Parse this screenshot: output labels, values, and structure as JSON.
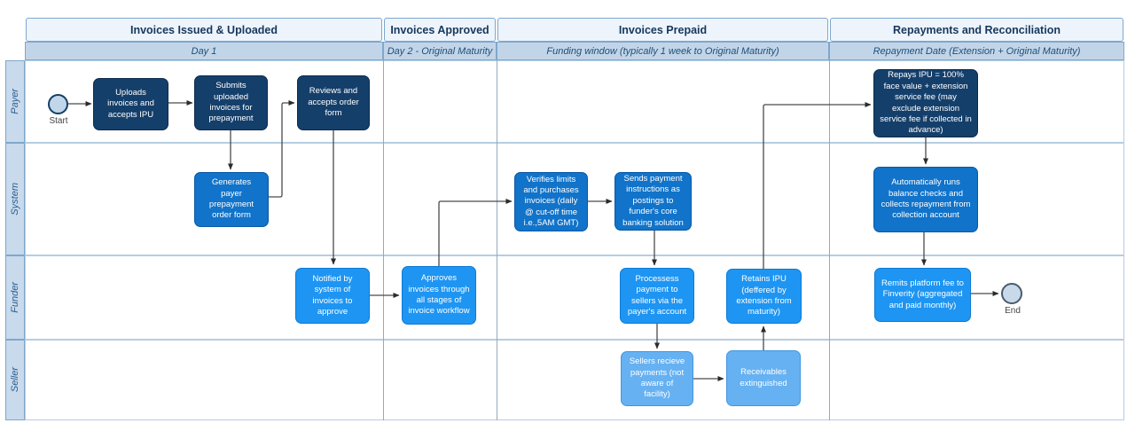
{
  "header": {
    "columns": [
      {
        "title": "Invoices Issued & Uploaded",
        "subtitle": "Day 1"
      },
      {
        "title": "Invoices Approved",
        "subtitle": "Day 2 - Original Maturity"
      },
      {
        "title": "Invoices Prepaid",
        "subtitle": "Funding window (typically 1 week to Original Maturity)"
      },
      {
        "title": "Repayments and Reconciliation",
        "subtitle": "Repayment Date (Extension + Original Maturity)"
      }
    ]
  },
  "lanes": [
    {
      "label": "Payer"
    },
    {
      "label": "System"
    },
    {
      "label": "Funder"
    },
    {
      "label": "Seller"
    }
  ],
  "events": {
    "start": "Start",
    "end": "End"
  },
  "nodes": [
    {
      "lane": "Payer",
      "label": "Uploads invoices and accepts IPU"
    },
    {
      "lane": "Payer",
      "label": "Submits uploaded invoices for prepayment"
    },
    {
      "lane": "Payer",
      "label": "Reviews and accepts order form"
    },
    {
      "lane": "Payer",
      "label": "Repays IPU = 100% face value + extension service fee (may exclude extension service fee if collected in advance)"
    },
    {
      "lane": "System",
      "label": "Generates payer prepayment order form"
    },
    {
      "lane": "System",
      "label": "Verifies limits and purchases invoices (daily @ cut-off time i.e.,5AM GMT)"
    },
    {
      "lane": "System",
      "label": "Sends payment instructions as postings to funder's core banking solution"
    },
    {
      "lane": "System",
      "label": "Automatically runs balance checks and collects repayment from collection account"
    },
    {
      "lane": "Funder",
      "label": "Notified by system of invoices to approve"
    },
    {
      "lane": "Funder",
      "label": "Approves invoices through all stages of invoice workflow"
    },
    {
      "lane": "Funder",
      "label": "Processess payment to sellers via the payer's account"
    },
    {
      "lane": "Funder",
      "label": "Retains IPU (deffered by extension from maturity)"
    },
    {
      "lane": "Funder",
      "label": "Remits platform fee to Finverity (aggregated and paid monthly)"
    },
    {
      "lane": "Seller",
      "label": "Sellers recieve payments (not aware of facility)"
    },
    {
      "lane": "Seller",
      "label": "Receivables extinguished"
    }
  ],
  "colors": {
    "payer_node": "#153f6b",
    "system_node": "#1173c9",
    "funder_node": "#1e95f2",
    "seller_node": "#66b1f2",
    "node_text": "#ffffff",
    "header_fill": "#edf4fb",
    "subheader_fill": "#c2d5e8",
    "lane_strip_fill": "#c8daec",
    "header_text": "#17375d",
    "grid_line": "#94a9bc",
    "connector": "#4a4a4a"
  }
}
